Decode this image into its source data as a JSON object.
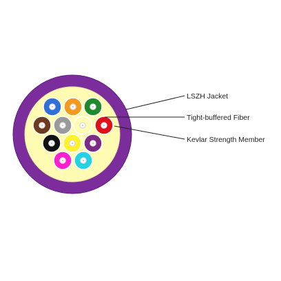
{
  "labels": {
    "jacket": "LSZH Jacket",
    "fiber": "Tight-buffered Fiber",
    "kevlar": "Kevlar Strength Member"
  },
  "colors": {
    "jacket": "#7b2d9b",
    "jacket_dark": "#5f1c80",
    "kevlar_fill": "#fffbb2",
    "fiber_core": "#ffffff",
    "fiber_ring": "#d9d9d9",
    "leader": "#222222"
  },
  "fibers": [
    {
      "name": "blue-fiber",
      "color": "#2f6fd6"
    },
    {
      "name": "orange-fiber",
      "color": "#f39a1e"
    },
    {
      "name": "green-fiber",
      "color": "#1f8a2c"
    },
    {
      "name": "brown-fiber",
      "color": "#6b3a1f"
    },
    {
      "name": "slate-fiber",
      "color": "#9a9a9a"
    },
    {
      "name": "center-fiber",
      "color": "#fffbb2"
    },
    {
      "name": "red-fiber",
      "color": "#e0101a"
    },
    {
      "name": "black-fiber",
      "color": "#111111"
    },
    {
      "name": "yellow-fiber",
      "color": "#fff22a"
    },
    {
      "name": "violet-fiber",
      "color": "#7c2a86"
    },
    {
      "name": "rose-fiber",
      "color": "#ff1fd0"
    },
    {
      "name": "aqua-fiber",
      "color": "#22d3e4"
    }
  ]
}
